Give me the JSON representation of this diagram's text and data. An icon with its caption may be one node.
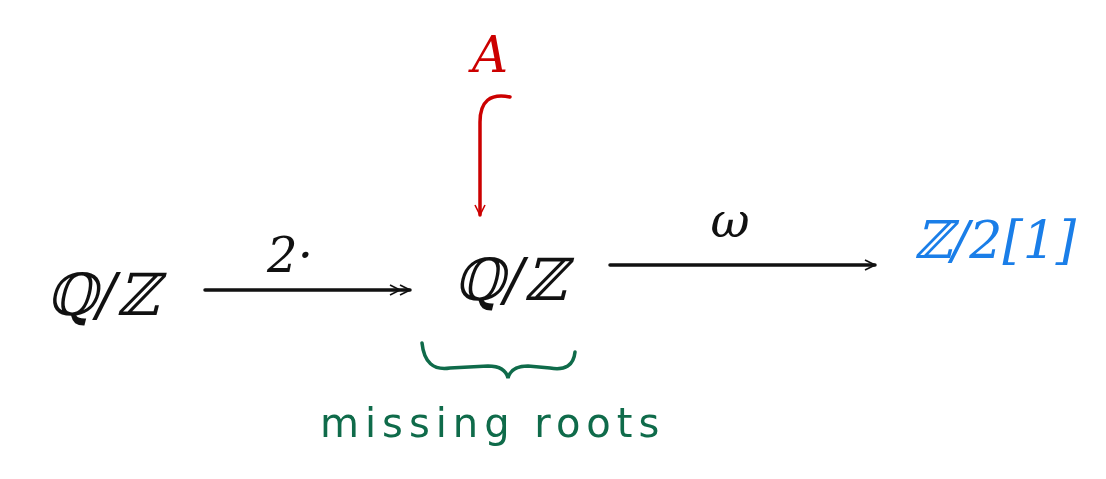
{
  "diagram": {
    "nodes": [
      {
        "text": [
          "ℚ/ℤ"
        ]
      },
      {
        "text": [
          "ℚ/ℤ"
        ],
        "beside": [
          "missing roots"
        ]
      },
      {
        "text": [
          "ℤ/2[1]"
        ]
      },
      {
        "text": [
          "A"
        ]
      }
    ],
    "edges": [
      {
        "from": 0,
        "to": 1,
        "arrow": "to",
        "label": "2·"
      },
      {
        "from": 1,
        "to": 2,
        "arrow": "to",
        "label": "ω"
      },
      {
        "from": 3,
        "to": 1,
        "arrow": "to",
        "color": "#cc0000"
      }
    ]
  }
}
